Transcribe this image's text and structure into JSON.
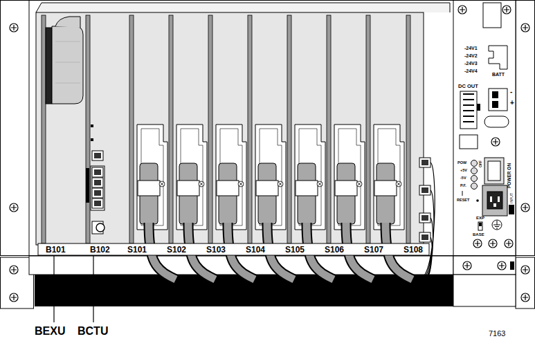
{
  "diagram": {
    "labels": [
      "-24V1",
      "-24V2",
      "-24V3",
      "-24V4",
      "BATT",
      "DC OUT",
      "POW",
      "+5V",
      "-5V",
      "P.F.",
      "RESET",
      "OFF",
      "POWER ON",
      "INPUT",
      "-",
      "+",
      "EXP",
      "BASE",
      "B101",
      "B102",
      "S101",
      "S102",
      "S103",
      "S104",
      "S105",
      "S106",
      "S107",
      "S108",
      "BEXU",
      "BCTU",
      "7163"
    ]
  }
}
